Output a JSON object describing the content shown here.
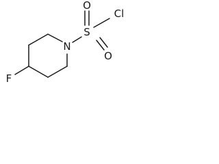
{
  "molecule": {
    "atoms": {
      "fluorine": "F",
      "nitrogen": "N",
      "sulfur": "S",
      "oxygen_top": "O",
      "oxygen_bottom": "O",
      "chlorine": "Cl"
    },
    "line_color": "#1a1a1a",
    "background": "#ffffff"
  }
}
